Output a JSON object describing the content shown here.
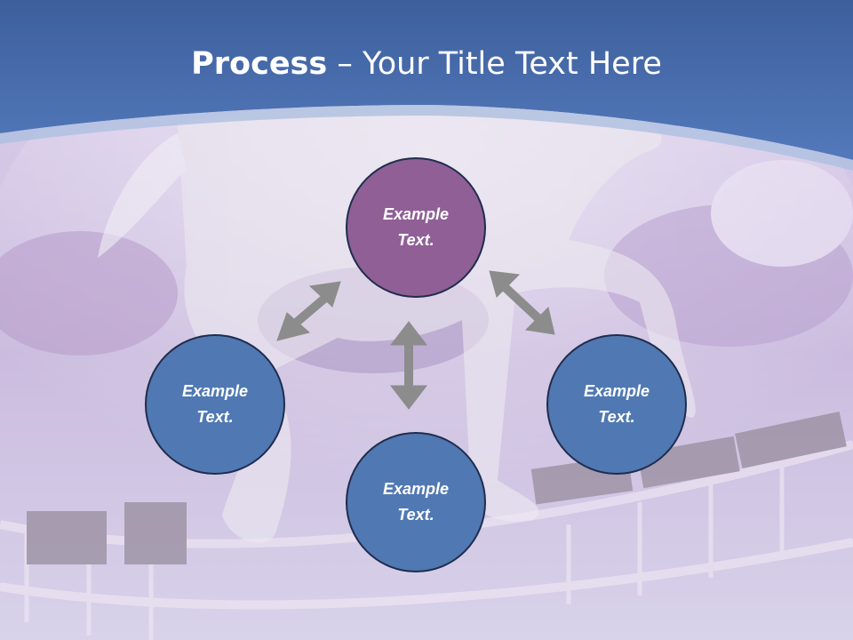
{
  "title": {
    "bold": "Process",
    "rest": " – Your Title Text Here"
  },
  "colors": {
    "band_top": "#3f68a8",
    "band_bottom": "#5079bc",
    "accent_node": "#8f5f96",
    "node": "#5078b3",
    "arrow": "#8c8c8c",
    "background": "#d6cbe6"
  },
  "nodes": [
    {
      "id": "top",
      "label": "Example\nText.",
      "color": "#8f5f96"
    },
    {
      "id": "left",
      "label": "Example\nText.",
      "color": "#5078b3"
    },
    {
      "id": "right",
      "label": "Example\nText.",
      "color": "#5078b3"
    },
    {
      "id": "bottom",
      "label": "Example\nText.",
      "color": "#5078b3"
    }
  ],
  "background_image": "horse-on-rope-bridge-with-flowers"
}
